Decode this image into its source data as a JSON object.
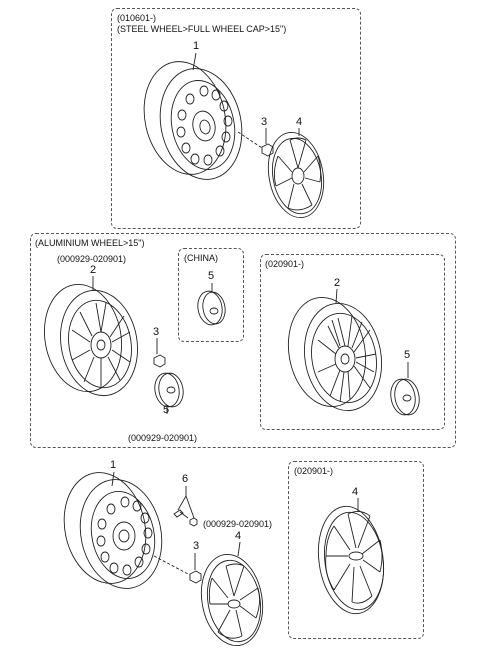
{
  "sections": {
    "steel": {
      "date": "(010601-)",
      "title": "(STEEL WHEEL>FULL WHEEL CAP>15\")",
      "labels": {
        "wheel": "1",
        "nut": "3",
        "cap": "4"
      }
    },
    "aluminium": {
      "title": "(ALUMINIUM WHEEL>15\")",
      "left": {
        "date": "(000929-020901)",
        "wheel": "2",
        "nut": "3",
        "cap": "5",
        "cap_date": "(000929-020901)"
      },
      "china": {
        "title": "(CHINA)",
        "cap": "5"
      },
      "right": {
        "date": "(020901-)",
        "wheel": "2",
        "cap": "5"
      }
    },
    "bottom": {
      "labels": {
        "wheel": "1",
        "bolt": "6",
        "nut": "3",
        "cap": "4"
      },
      "cap_date": "(000929-020901)",
      "right": {
        "date": "(020901-)",
        "cap": "4"
      }
    }
  }
}
